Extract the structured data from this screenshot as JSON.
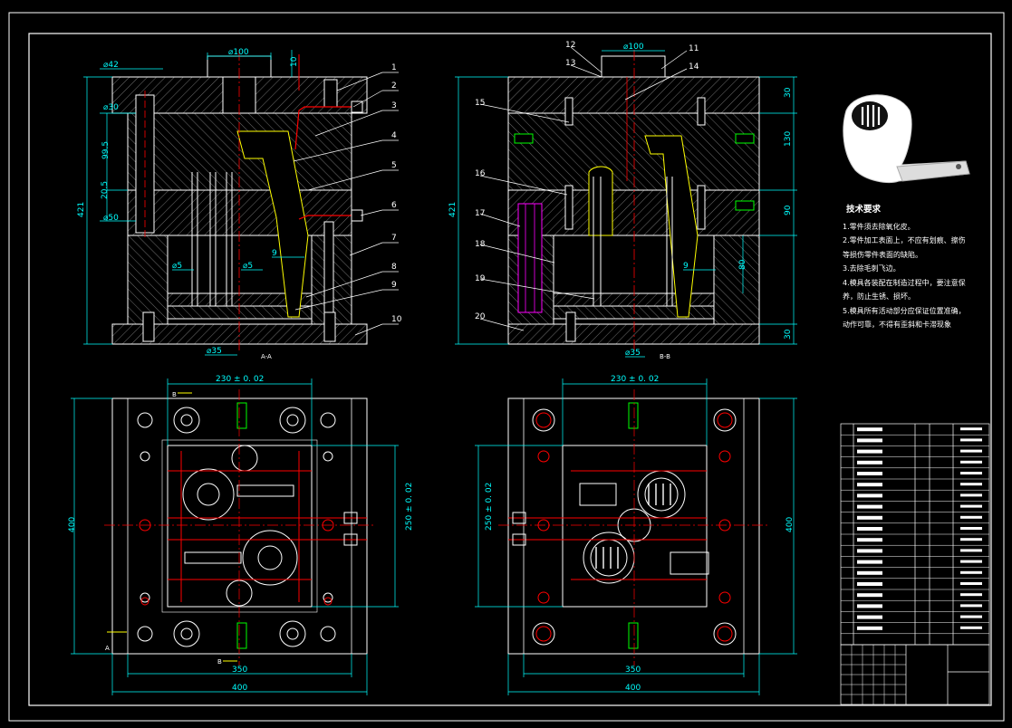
{
  "drawing": {
    "section_a_label": "A-A",
    "section_b_label": "B-B",
    "part_numbers": [
      "1",
      "2",
      "3",
      "4",
      "5",
      "6",
      "7",
      "8",
      "9",
      "10"
    ],
    "part_numbers_right": [
      "12",
      "13",
      "11",
      "14",
      "15",
      "16",
      "17",
      "18",
      "19",
      "20"
    ],
    "dims_left": {
      "phi100": "⌀100",
      "d10": "10",
      "phi42": "⌀42",
      "phi30": "⌀30",
      "d99": "99.5",
      "d20": "20.5",
      "phi50": "⌀50",
      "d421": "421",
      "phi5a": "⌀5",
      "phi5b": "⌀5",
      "d9": "9",
      "phi35": "⌀35"
    },
    "dims_right": {
      "phi100": "⌀100",
      "d30a": "30",
      "d130": "130",
      "d90": "90",
      "d80": "80",
      "d30b": "30",
      "d421": "421",
      "phi35": "⌀35",
      "d9": "9"
    },
    "dims_plan_left": {
      "w230": "230 ± 0. 02",
      "h250": "250 ± 0. 02",
      "h400": "400",
      "w350": "350",
      "w400": "400",
      "cut_top": "B",
      "cut_bottom": "B",
      "cut_side": "A"
    },
    "dims_plan_right": {
      "w230": "230 ± 0. 02",
      "h250": "250 ± 0. 02",
      "h400": "400",
      "w350": "350",
      "w400": "400"
    }
  },
  "tech_requirements": {
    "heading": "技术要求",
    "items": [
      "1.零件须去除氧化皮。",
      "2.零件加工表面上，不应有划痕、擦伤等损伤零件表面的缺陷。",
      "3.去除毛刺飞边。",
      "4.模具各装配在制造过程中，要注意保养，防止生锈、损坏。",
      "5.模具所有活动部分应保证位置准确，动作可靠，不得有歪斜和卡滞现象"
    ]
  },
  "colors": {
    "background": "#000000",
    "outline": "#ffffff",
    "dimension": "#00ffff",
    "center": "#ff0000",
    "leader": "#ffff00",
    "hatch": "#ffffff",
    "cooling": "#ff00ff",
    "green": "#00ff00"
  }
}
